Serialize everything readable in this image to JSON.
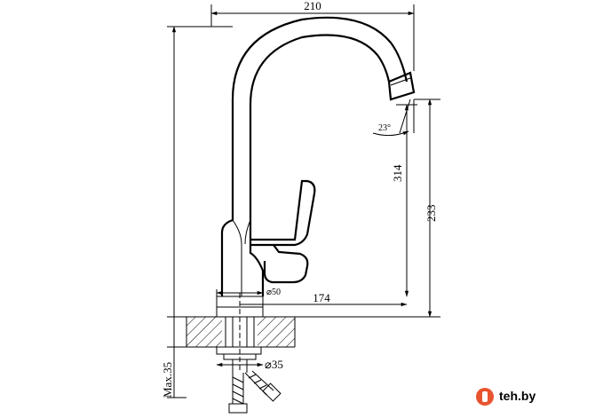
{
  "dimensions": {
    "overall_width": "210",
    "spout_height": "314",
    "clearance_height": "233",
    "spout_reach": "174",
    "base_diameter": "⌀50",
    "mount_hole": "⌀35",
    "max_counter": "Max.35",
    "spout_angle": "23°"
  },
  "watermark": {
    "text": "teh.by",
    "color": "#e8542f"
  }
}
